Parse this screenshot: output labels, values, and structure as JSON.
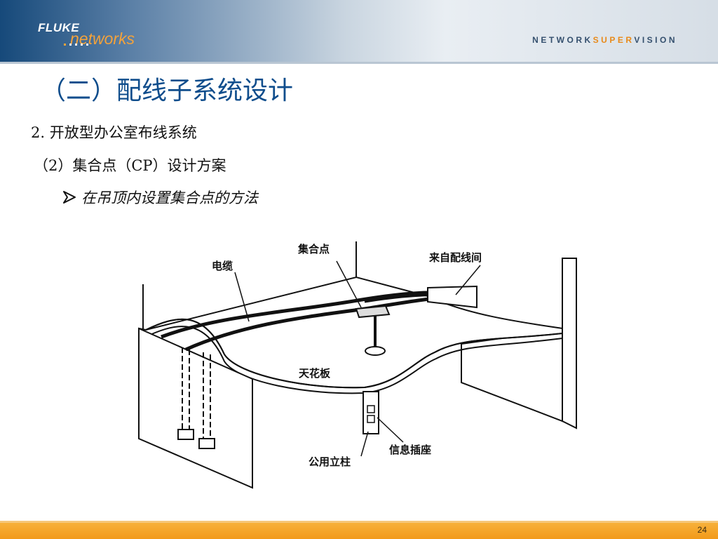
{
  "header": {
    "logo_fluke": "FLUKE",
    "logo_networks": "networks",
    "tagline_pre": "NETWORK",
    "tagline_hl": "SUPER",
    "tagline_post": "VISION"
  },
  "slide": {
    "title": "（二）配线子系统设计",
    "line1": "2. 开放型办公室布线系统",
    "line2": "（2）集合点（CP）设计方案",
    "bullet": "在吊顶内设置集合点的方法"
  },
  "diagram": {
    "labels": {
      "cable": "电缆",
      "consolidation_point": "集合点",
      "from_wiring_closet": "来自配线间",
      "ceiling": "天花板",
      "information_outlet": "信息插座",
      "utility_column": "公用立柱"
    }
  },
  "footer": {
    "page_number": "24"
  },
  "colors": {
    "title": "#0f4d8c",
    "accent": "#f29a1a",
    "header_dark": "#16497a"
  }
}
